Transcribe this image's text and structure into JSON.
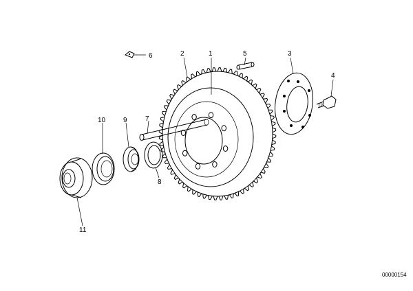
{
  "diagram": {
    "document_number": "00000154",
    "callouts": [
      {
        "id": "p1",
        "label": "1"
      },
      {
        "id": "p2",
        "label": "2"
      },
      {
        "id": "p3",
        "label": "3"
      },
      {
        "id": "p4",
        "label": "4"
      },
      {
        "id": "p5",
        "label": "5"
      },
      {
        "id": "p6",
        "label": "6"
      },
      {
        "id": "p7",
        "label": "7"
      },
      {
        "id": "p8",
        "label": "8"
      },
      {
        "id": "p9",
        "label": "9"
      },
      {
        "id": "p10",
        "label": "10"
      },
      {
        "id": "p11",
        "label": "11"
      }
    ]
  }
}
